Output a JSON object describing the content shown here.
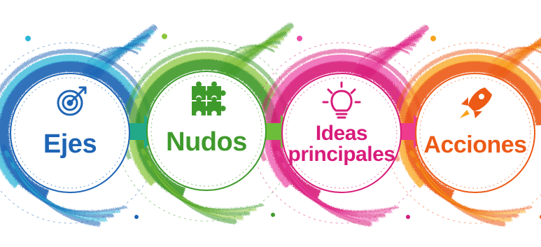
{
  "steps": [
    {
      "id": "ejes",
      "lines": [
        "Ejes"
      ],
      "icon": "target-icon",
      "color": "#1e64b4",
      "accent": "#2fb6d9"
    },
    {
      "id": "nudos",
      "lines": [
        "Nudos"
      ],
      "icon": "puzzle-icon",
      "color": "#3f9a2c",
      "accent": "#8cc63f"
    },
    {
      "id": "ideas",
      "lines": [
        "Ideas",
        "principales"
      ],
      "icon": "lightbulb-icon",
      "color": "#d81b7a",
      "accent": "#ec4fa8"
    },
    {
      "id": "acciones",
      "lines": [
        "Acciones"
      ],
      "icon": "rocket-icon",
      "color": "#ec5a16",
      "accent": "#f9a31b"
    }
  ],
  "arrows": [
    {
      "from": "ejes",
      "to": "nudos",
      "color": "#21a98a"
    },
    {
      "from": "nudos",
      "to": "ideas",
      "color": "#6cbd3a"
    },
    {
      "from": "ideas",
      "to": "acciones",
      "color": "#ee3b8e"
    }
  ]
}
